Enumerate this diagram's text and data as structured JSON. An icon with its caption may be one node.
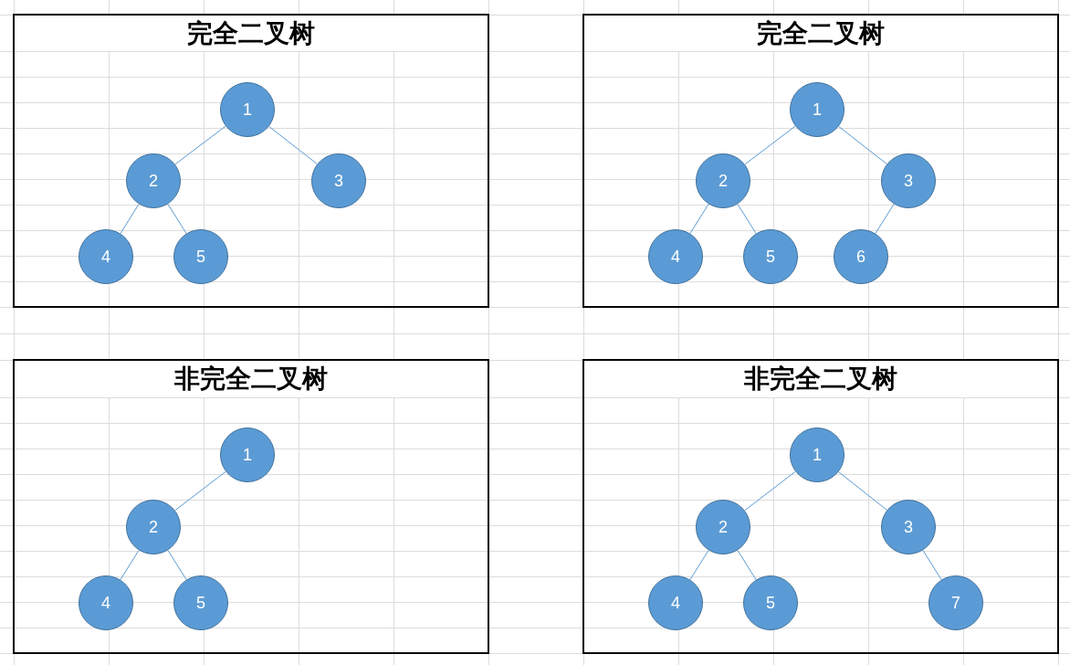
{
  "diagram": {
    "nodes": [
      {
        "text": [
          "完全二叉树"
        ]
      },
      {
        "text": [
          "1"
        ],
        "in": 0
      },
      {
        "text": [
          "2"
        ],
        "in": 0
      },
      {
        "text": [
          "3"
        ],
        "in": 0
      },
      {
        "text": [
          "4"
        ],
        "in": 0
      },
      {
        "text": [
          "5"
        ],
        "in": 0
      },
      {
        "text": [
          "完全二叉树"
        ]
      },
      {
        "text": [
          "1"
        ],
        "in": 6
      },
      {
        "text": [
          "2"
        ],
        "in": 6
      },
      {
        "text": [
          "3"
        ],
        "in": 6
      },
      {
        "text": [
          "4"
        ],
        "in": 6
      },
      {
        "text": [
          "5"
        ],
        "in": 6
      },
      {
        "text": [
          "6"
        ],
        "in": 6
      },
      {
        "text": [
          "非完全二叉树"
        ]
      },
      {
        "text": [
          "1"
        ],
        "in": 13
      },
      {
        "text": [
          "2"
        ],
        "in": 13
      },
      {
        "text": [
          "4"
        ],
        "in": 13
      },
      {
        "text": [
          "5"
        ],
        "in": 13
      },
      {
        "text": [
          "非完全二叉树"
        ]
      },
      {
        "text": [
          "1"
        ],
        "in": 18
      },
      {
        "text": [
          "2"
        ],
        "in": 18
      },
      {
        "text": [
          "3"
        ],
        "in": 18
      },
      {
        "text": [
          "4"
        ],
        "in": 18
      },
      {
        "text": [
          "5"
        ],
        "in": 18
      },
      {
        "text": [
          "7"
        ],
        "in": 18
      }
    ],
    "edges": [
      {
        "from": 1,
        "to": 2,
        "arrow": "none"
      },
      {
        "from": 1,
        "to": 3,
        "arrow": "none"
      },
      {
        "from": 2,
        "to": 4,
        "arrow": "none"
      },
      {
        "from": 2,
        "to": 5,
        "arrow": "none"
      },
      {
        "from": 7,
        "to": 8,
        "arrow": "none"
      },
      {
        "from": 7,
        "to": 9,
        "arrow": "none"
      },
      {
        "from": 8,
        "to": 10,
        "arrow": "none"
      },
      {
        "from": 8,
        "to": 11,
        "arrow": "none"
      },
      {
        "from": 9,
        "to": 12,
        "arrow": "none"
      },
      {
        "from": 14,
        "to": 15,
        "arrow": "none"
      },
      {
        "from": 15,
        "to": 16,
        "arrow": "none"
      },
      {
        "from": 15,
        "to": 17,
        "arrow": "none"
      },
      {
        "from": 19,
        "to": 20,
        "arrow": "none"
      },
      {
        "from": 19,
        "to": 21,
        "arrow": "none"
      },
      {
        "from": 20,
        "to": 22,
        "arrow": "none"
      },
      {
        "from": 20,
        "to": 23,
        "arrow": "none"
      },
      {
        "from": 21,
        "to": 24,
        "arrow": "none"
      }
    ]
  }
}
